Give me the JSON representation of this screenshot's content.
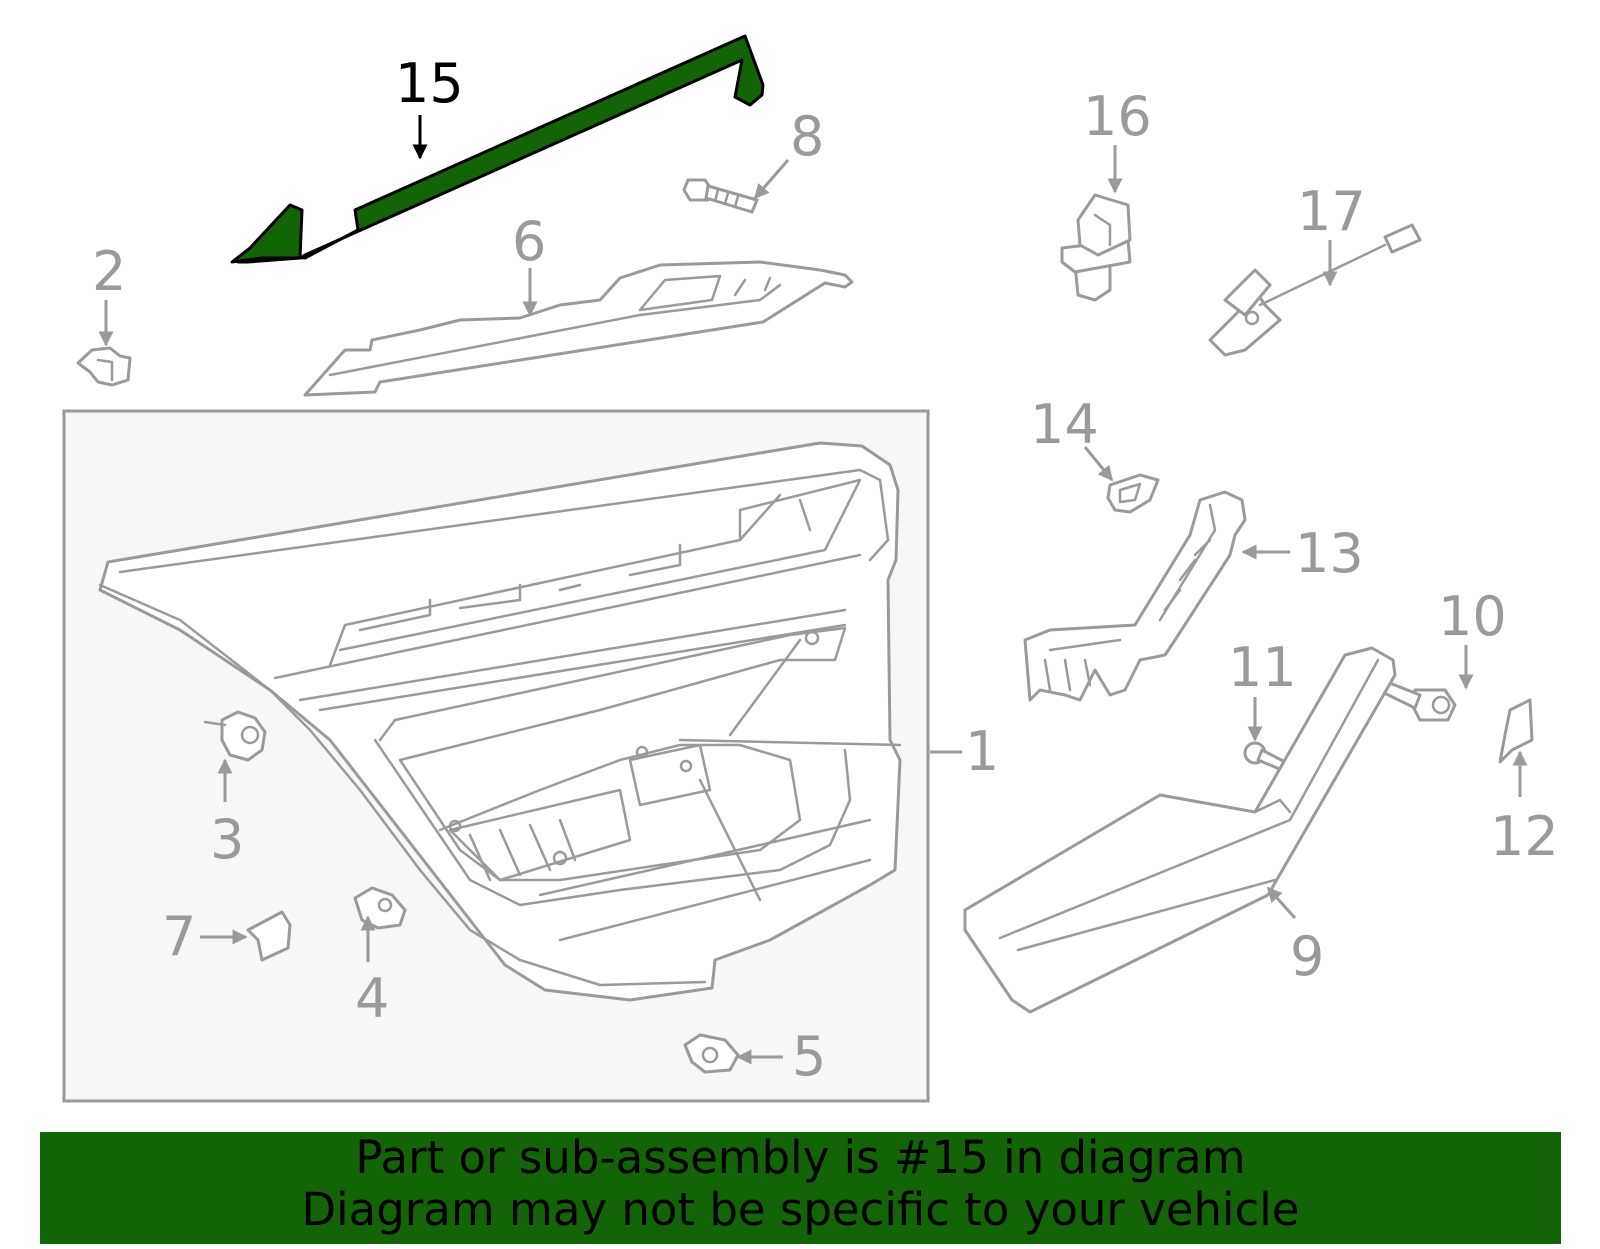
{
  "colors": {
    "highlight": "#136307",
    "banner_bg": "#136307",
    "line_gray": "#9a9a9a",
    "panel_bg": "#f7f7f7"
  },
  "callouts": {
    "c1": "1",
    "c2": "2",
    "c3": "3",
    "c4": "4",
    "c5": "5",
    "c6": "6",
    "c7": "7",
    "c8": "8",
    "c9": "9",
    "c10": "10",
    "c11": "11",
    "c12": "12",
    "c13": "13",
    "c14": "14",
    "c15": "15",
    "c16": "16",
    "c17": "17"
  },
  "highlighted_part": "15",
  "banner": {
    "line1": "Part or sub-assembly is #15 in diagram",
    "line2": "Diagram may not be specific to your vehicle"
  }
}
